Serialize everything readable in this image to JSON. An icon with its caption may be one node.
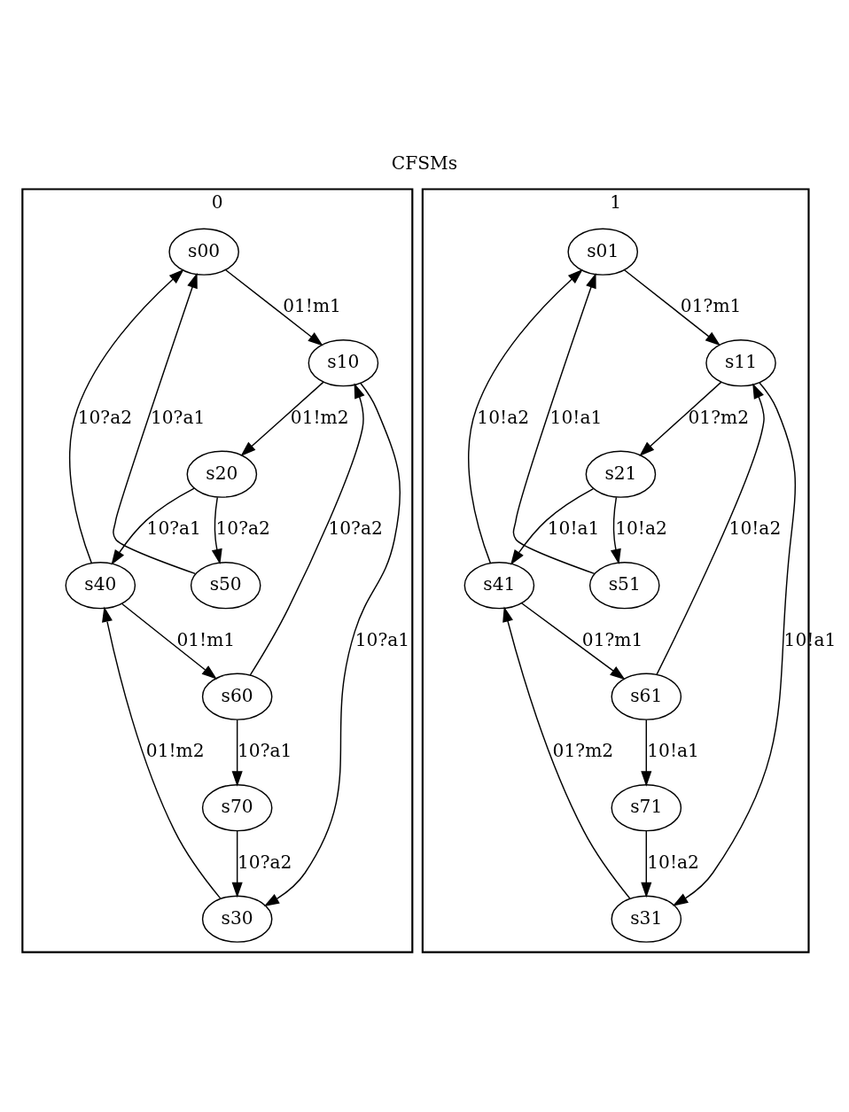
{
  "diagram": {
    "title": "CFSMs",
    "nodes": [
      {
        "text": [
          "0"
        ]
      },
      {
        "text": [
          "s00"
        ],
        "in": 0
      },
      {
        "text": [
          "s10"
        ],
        "in": 0
      },
      {
        "text": [
          "s20"
        ],
        "in": 0
      },
      {
        "text": [
          "s40"
        ],
        "in": 0
      },
      {
        "text": [
          "s50"
        ],
        "in": 0
      },
      {
        "text": [
          "s60"
        ],
        "in": 0
      },
      {
        "text": [
          "s70"
        ],
        "in": 0
      },
      {
        "text": [
          "s30"
        ],
        "in": 0
      },
      {
        "text": [
          "1"
        ]
      },
      {
        "text": [
          "s01"
        ],
        "in": 9
      },
      {
        "text": [
          "s11"
        ],
        "in": 9
      },
      {
        "text": [
          "s21"
        ],
        "in": 9
      },
      {
        "text": [
          "s41"
        ],
        "in": 9
      },
      {
        "text": [
          "s51"
        ],
        "in": 9
      },
      {
        "text": [
          "s61"
        ],
        "in": 9
      },
      {
        "text": [
          "s71"
        ],
        "in": 9
      },
      {
        "text": [
          "s31"
        ],
        "in": 9
      }
    ],
    "edges": [
      {
        "from": 1,
        "to": 2,
        "arrow": "to",
        "label": "01!m1"
      },
      {
        "from": 2,
        "to": 3,
        "arrow": "to",
        "label": "01!m2"
      },
      {
        "from": 3,
        "to": 4,
        "arrow": "to",
        "label": "10?a1"
      },
      {
        "from": 3,
        "to": 5,
        "arrow": "to",
        "label": "10?a2"
      },
      {
        "from": 4,
        "to": 1,
        "arrow": "to",
        "label": "10?a2"
      },
      {
        "from": 5,
        "to": 1,
        "arrow": "to",
        "label": "10?a1"
      },
      {
        "from": 4,
        "to": 6,
        "arrow": "to",
        "label": "01!m1"
      },
      {
        "from": 6,
        "to": 2,
        "arrow": "to",
        "label": "10?a2"
      },
      {
        "from": 2,
        "to": 8,
        "arrow": "to",
        "label": "10?a1"
      },
      {
        "from": 6,
        "to": 7,
        "arrow": "to",
        "label": "10?a1"
      },
      {
        "from": 7,
        "to": 8,
        "arrow": "to",
        "label": "10?a2"
      },
      {
        "from": 8,
        "to": 4,
        "arrow": "to",
        "label": "01!m2"
      },
      {
        "from": 10,
        "to": 11,
        "arrow": "to",
        "label": "01?m1"
      },
      {
        "from": 11,
        "to": 12,
        "arrow": "to",
        "label": "01?m2"
      },
      {
        "from": 12,
        "to": 13,
        "arrow": "to",
        "label": "10!a1"
      },
      {
        "from": 12,
        "to": 14,
        "arrow": "to",
        "label": "10!a2"
      },
      {
        "from": 13,
        "to": 10,
        "arrow": "to",
        "label": "10!a2"
      },
      {
        "from": 14,
        "to": 10,
        "arrow": "to",
        "label": "10!a1"
      },
      {
        "from": 13,
        "to": 15,
        "arrow": "to",
        "label": "01?m1"
      },
      {
        "from": 15,
        "to": 11,
        "arrow": "to",
        "label": "10!a2"
      },
      {
        "from": 11,
        "to": 17,
        "arrow": "to",
        "label": "10!a1"
      },
      {
        "from": 15,
        "to": 16,
        "arrow": "to",
        "label": "10!a1"
      },
      {
        "from": 16,
        "to": 17,
        "arrow": "to",
        "label": "10!a2"
      },
      {
        "from": 17,
        "to": 13,
        "arrow": "to",
        "label": "01?m2"
      }
    ]
  }
}
